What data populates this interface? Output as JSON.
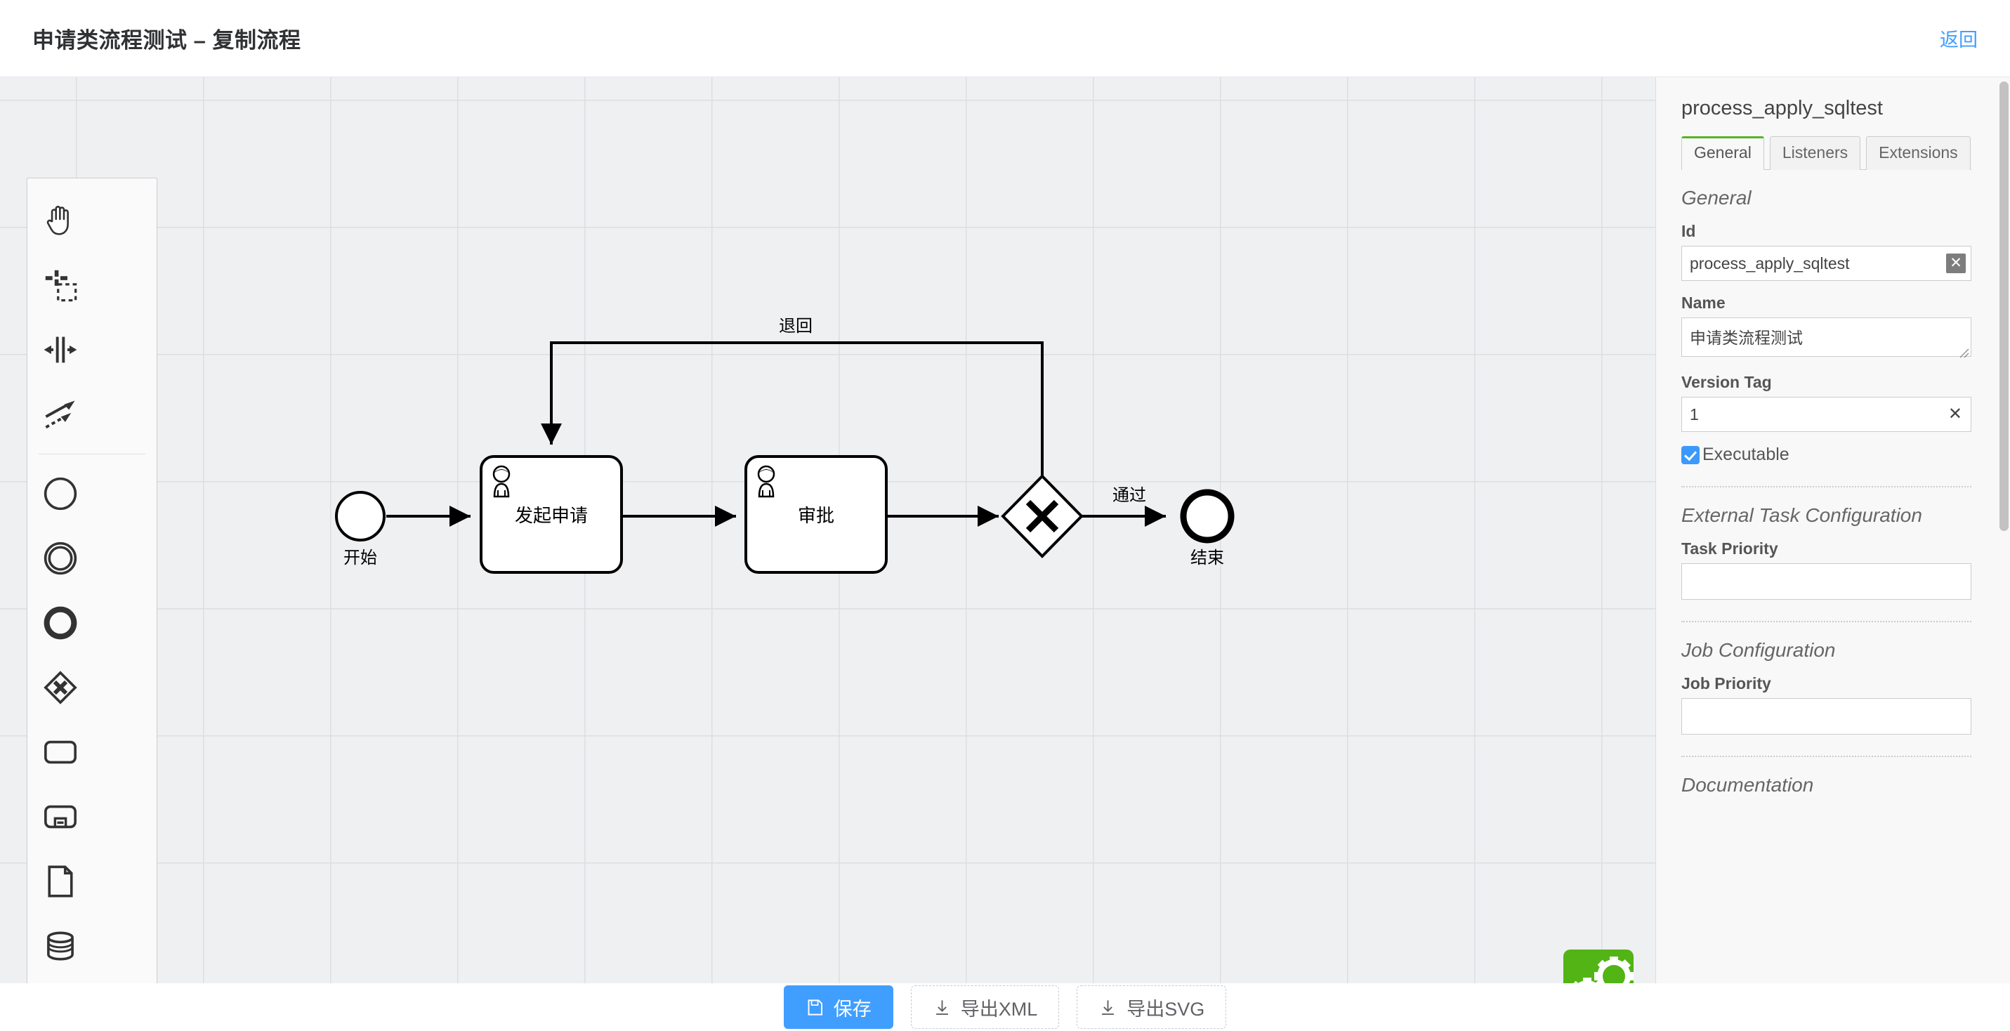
{
  "header": {
    "title": "申请类流程测试 – 复制流程",
    "back_label": "返回"
  },
  "palette": {
    "tools": [
      {
        "name": "hand-tool",
        "icon": "hand-icon"
      },
      {
        "name": "lasso-tool",
        "icon": "lasso-icon"
      },
      {
        "name": "space-tool",
        "icon": "space-icon"
      },
      {
        "name": "global-connect-tool",
        "icon": "connect-icon"
      }
    ],
    "elements": [
      {
        "name": "create-start-event",
        "icon": "circle-thin-icon"
      },
      {
        "name": "create-intermediate-event",
        "icon": "circle-double-icon"
      },
      {
        "name": "create-end-event",
        "icon": "circle-thick-icon"
      },
      {
        "name": "create-exclusive-gateway",
        "icon": "diamond-gateway-icon"
      },
      {
        "name": "create-task",
        "icon": "rounded-rect-icon"
      },
      {
        "name": "create-subprocess",
        "icon": "subprocess-icon"
      },
      {
        "name": "create-data-object",
        "icon": "document-icon"
      },
      {
        "name": "create-data-store",
        "icon": "database-icon"
      },
      {
        "name": "create-participant",
        "icon": "pool-icon"
      }
    ]
  },
  "diagram": {
    "nodes": [
      {
        "id": "start",
        "type": "start-event",
        "label": "开始"
      },
      {
        "id": "task1",
        "type": "user-task",
        "label": "发起申请"
      },
      {
        "id": "task2",
        "type": "user-task",
        "label": "审批"
      },
      {
        "id": "gateway",
        "type": "exclusive-gateway",
        "label": ""
      },
      {
        "id": "end",
        "type": "end-event",
        "label": "结束"
      }
    ],
    "flows": [
      {
        "from": "start",
        "to": "task1",
        "label": ""
      },
      {
        "from": "task1",
        "to": "task2",
        "label": ""
      },
      {
        "from": "task2",
        "to": "gateway",
        "label": ""
      },
      {
        "from": "gateway",
        "to": "end",
        "label": "通过"
      },
      {
        "from": "gateway",
        "to": "task1",
        "label": "退回"
      }
    ]
  },
  "properties": {
    "title": "process_apply_sqltest",
    "tabs": [
      {
        "label": "General",
        "active": true
      },
      {
        "label": "Listeners",
        "active": false
      },
      {
        "label": "Extensions",
        "active": false
      }
    ],
    "general": {
      "heading": "General",
      "id_label": "Id",
      "id_value": "process_apply_sqltest",
      "name_label": "Name",
      "name_value": "申请类流程测试",
      "version_label": "Version Tag",
      "version_value": "1",
      "executable_label": "Executable",
      "executable_checked": true,
      "clear_glyph": "✕"
    },
    "external_task": {
      "heading": "External Task Configuration",
      "task_priority_label": "Task Priority",
      "task_priority_value": ""
    },
    "job": {
      "heading": "Job Configuration",
      "job_priority_label": "Job Priority",
      "job_priority_value": ""
    },
    "documentation": {
      "heading": "Documentation"
    }
  },
  "bottom_bar": {
    "save_label": "保存",
    "export_xml_label": "导出XML",
    "export_svg_label": "导出SVG"
  },
  "colors": {
    "accent_blue": "#409eff",
    "tab_green": "#55b524",
    "checkbox_blue": "#3b99fc",
    "canvas_bg": "#eff0f2",
    "grid_line": "#dededf",
    "logo_green": "#52b415"
  }
}
